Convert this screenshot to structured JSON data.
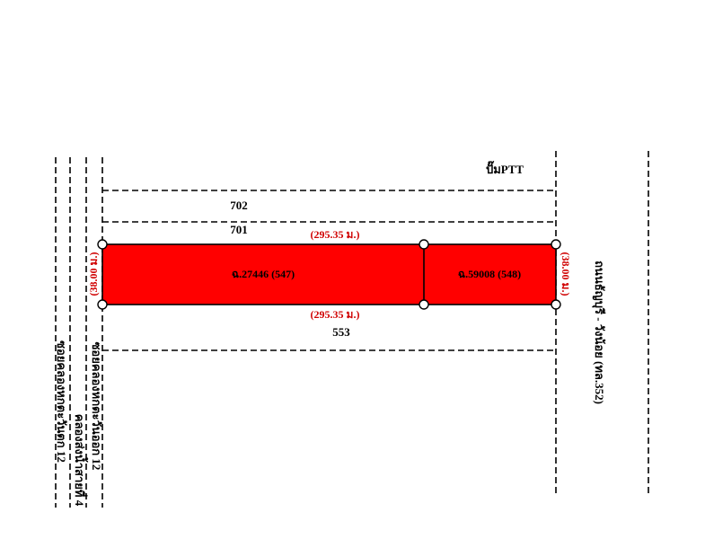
{
  "landmarks": {
    "gas_station": "ปั๊มPTT"
  },
  "roads": {
    "main_road": "ถนนธัญบุรี - วังน้อย (ทล.352)",
    "soi_west": "ซอยคลองหกตะวันตก 12",
    "canal": "คลองส่งน้ำสายที่ 4",
    "soi_east": "ซอยคลองหกตะวันออก 12"
  },
  "adjacent_parcels": {
    "north_outer": "702",
    "north_inner": "701",
    "south": "553"
  },
  "parcels": [
    {
      "label": "ฉ.27446 (547)"
    },
    {
      "label": "ฉ.59008 (548)"
    }
  ],
  "dimensions": {
    "top": "(295.35 ม.)",
    "bottom": "(295.35 ม.)",
    "left": "(38.00 ม.)",
    "right": "(38.00 ม.)"
  },
  "colors": {
    "parcel_fill": "#ff0000",
    "dimension_text": "#d00000",
    "line": "#000000",
    "background": "#ffffff"
  }
}
